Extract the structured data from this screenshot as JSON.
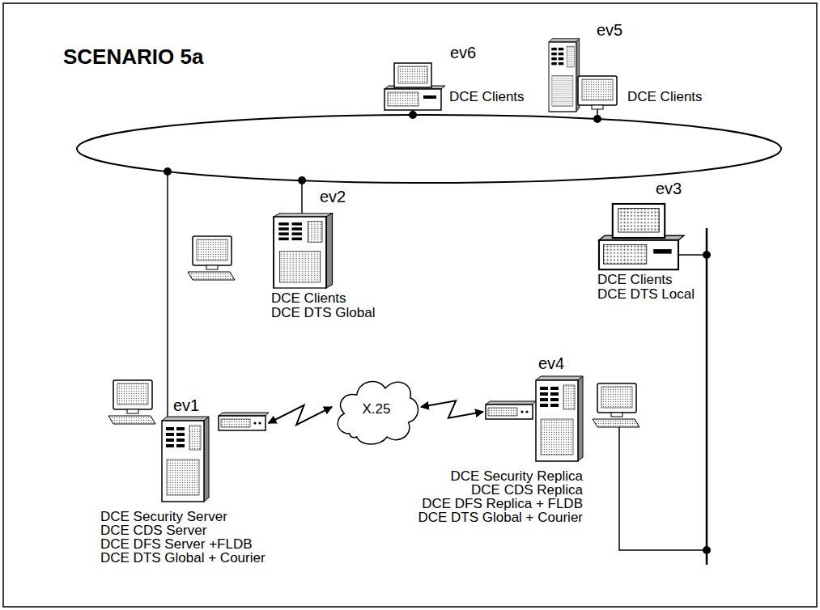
{
  "diagram": {
    "title": "SCENARIO 5a",
    "nodes": [
      {
        "text": [
          "ev6",
          "DCE Clients"
        ]
      },
      {
        "text": [
          "ev5",
          "DCE Clients"
        ]
      },
      {
        "text": [
          "ev2",
          "DCE Clients",
          "DCE DTS Global"
        ]
      },
      {
        "text": [
          "ev3",
          "DCE Clients",
          "DCE DTS Local"
        ]
      },
      {
        "text": [
          "ev1",
          "DCE Security Server",
          "DCE CDS Server",
          "DCE DFS Server +FLDB",
          "DCE DTS Global + Courier"
        ]
      },
      {
        "text": [
          "X.25"
        ]
      },
      {
        "text": [
          "ev4",
          "DCE Security Replica",
          "DCE CDS Replica",
          "DCE DFS Replica + FLDB",
          "DCE DTS Global + Courier"
        ]
      }
    ],
    "edges": [
      {
        "from": 4,
        "to": 5,
        "arrow": "both"
      },
      {
        "from": 5,
        "to": 6,
        "arrow": "both"
      }
    ]
  }
}
